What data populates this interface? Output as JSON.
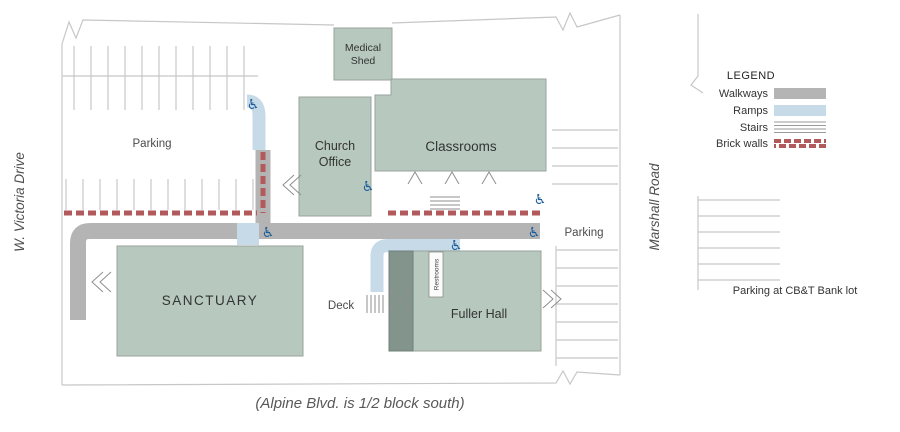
{
  "streets": {
    "left": "W. Victoria Drive",
    "right": "Marshall Road"
  },
  "caption": "(Alpine Blvd. is 1/2 block south)",
  "parking": {
    "northwest": "Parking",
    "east": "Parking",
    "bank_note": "Parking at CB&T Bank lot"
  },
  "buildings": {
    "medical_shed": {
      "line1": "Medical",
      "line2": "Shed"
    },
    "church_office": {
      "line1": "Church",
      "line2": "Office"
    },
    "classrooms": "Classrooms",
    "sanctuary": "SANCTUARY",
    "fuller_hall": "Fuller Hall",
    "restrooms": "Restrooms",
    "deck": "Deck"
  },
  "legend": {
    "title": "LEGEND",
    "items": [
      {
        "label": "Walkways",
        "type": "walkway",
        "color": "#b4b4b4"
      },
      {
        "label": "Ramps",
        "type": "ramp",
        "color": "#c7dae8"
      },
      {
        "label": "Stairs",
        "type": "stairs",
        "color": "#9a9a9a"
      },
      {
        "label": "Brick walls",
        "type": "brick",
        "color": "#b2595c"
      }
    ]
  },
  "icons": {
    "accessible": "♿"
  },
  "colors": {
    "walkway": "#b4b4b4",
    "ramp": "#c7dae8",
    "brick": "#b2595c",
    "building": "#b7c9be",
    "building_dark": "#83948d",
    "accessible_blue": "#1e5f9b",
    "property_line": "#c7c7c7"
  }
}
